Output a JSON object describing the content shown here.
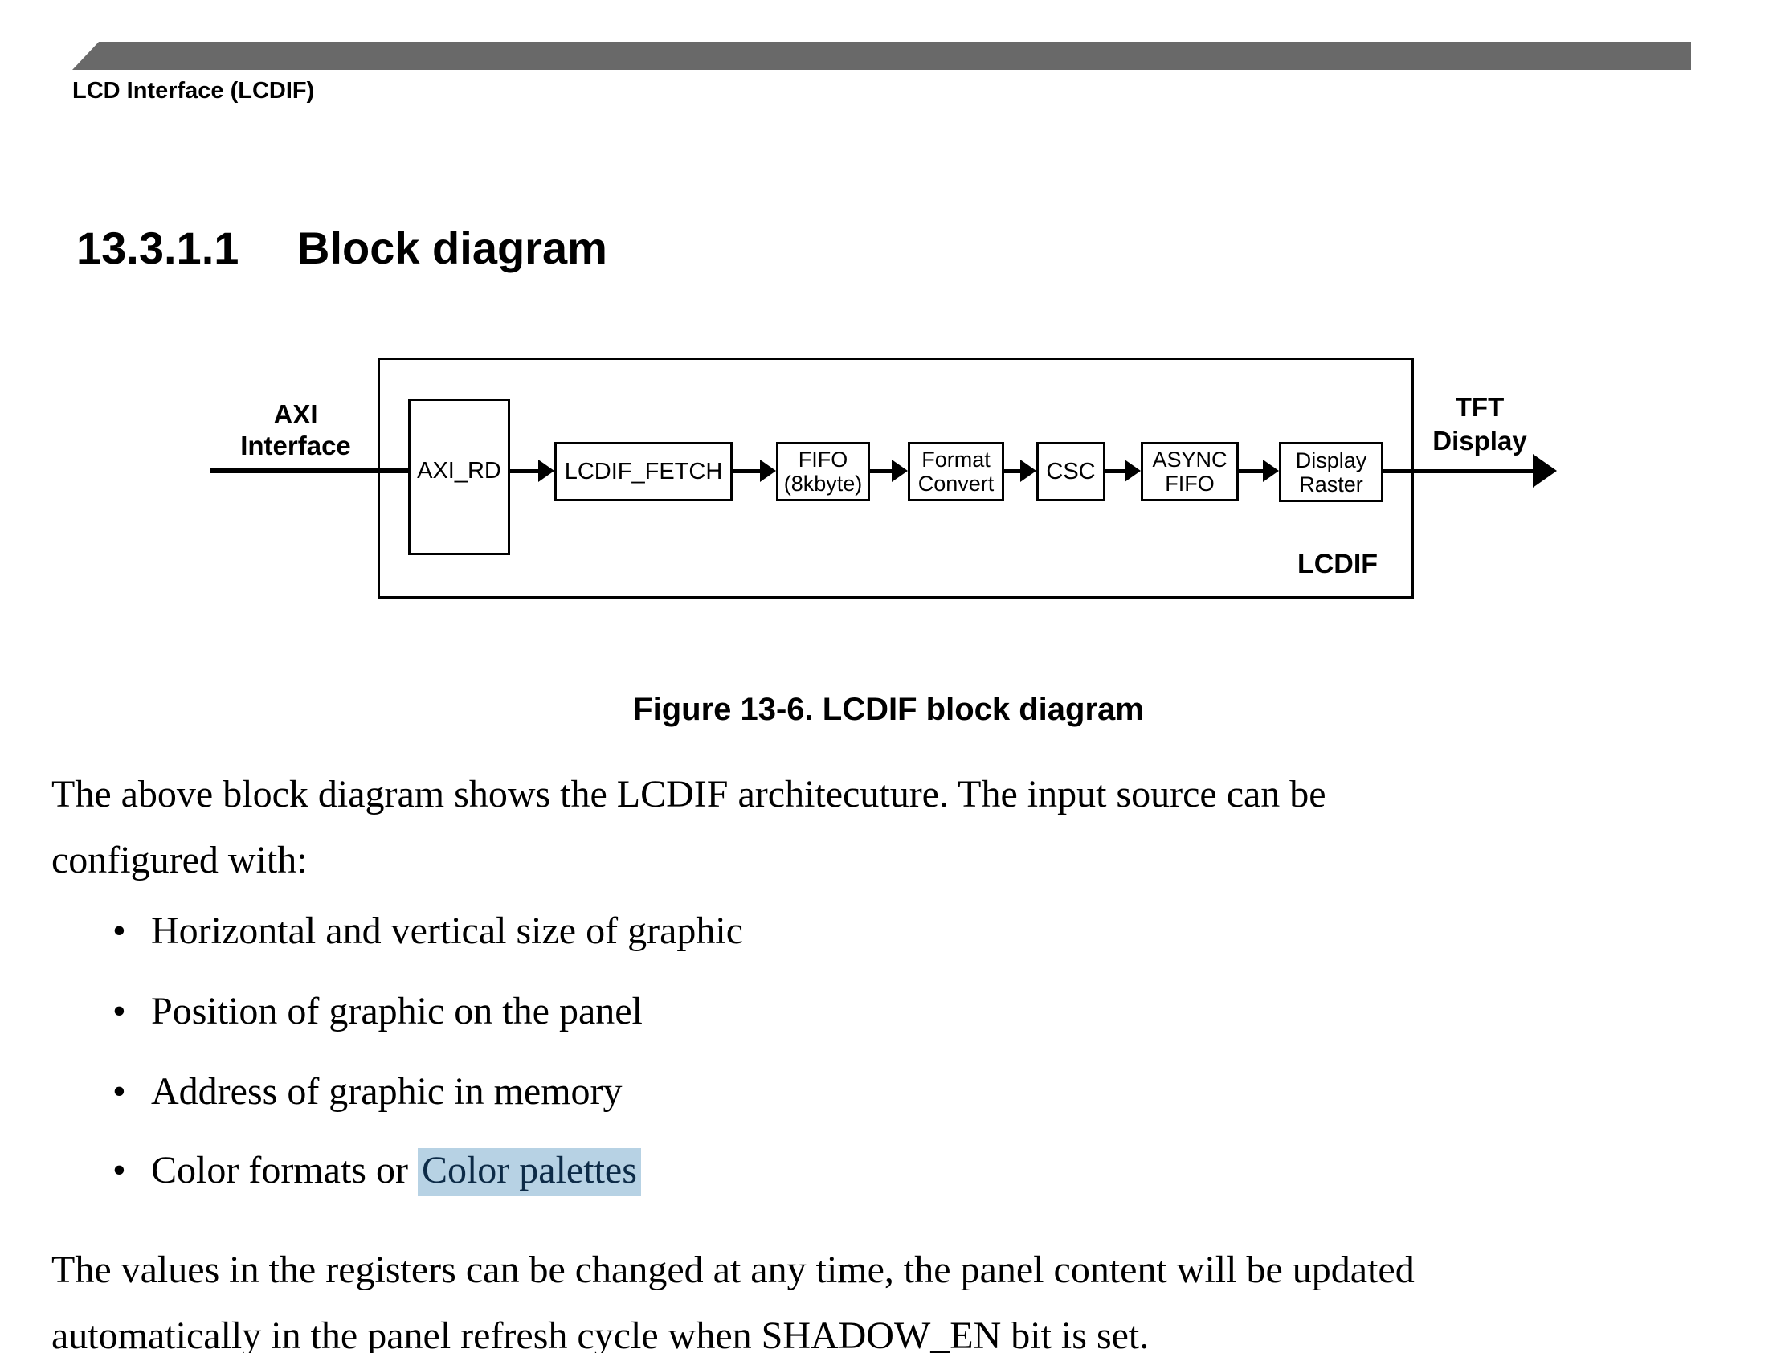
{
  "colors": {
    "header_bar": "#696969",
    "highlight_bg": "#b7d2e4",
    "highlight_text": "#0d2b47"
  },
  "running_header": "LCD Interface (LCDIF)",
  "heading": {
    "number": "13.3.1.1",
    "title": "Block diagram"
  },
  "figure": {
    "caption": "Figure 13-6. LCDIF block diagram",
    "input_label": {
      "line1": "AXI",
      "line2": "Interface"
    },
    "output_label": {
      "line1": "TFT",
      "line2": "Display"
    },
    "container_label": "LCDIF",
    "blocks": [
      {
        "name": "axi-rd",
        "line1": "AXI_RD",
        "line2": ""
      },
      {
        "name": "lcdif-fetch",
        "line1": "LCDIF_FETCH",
        "line2": ""
      },
      {
        "name": "fifo",
        "line1": "FIFO",
        "line2": "(8kbyte)"
      },
      {
        "name": "format-convert",
        "line1": "Format",
        "line2": "Convert"
      },
      {
        "name": "csc",
        "line1": "CSC",
        "line2": ""
      },
      {
        "name": "async-fifo",
        "line1": "ASYNC",
        "line2": "FIFO"
      },
      {
        "name": "display-raster",
        "line1": "Display",
        "line2": "Raster"
      }
    ]
  },
  "body": {
    "paragraph1_lines": [
      "The above block diagram shows the LCDIF architecuture. The input source can be",
      "configured with:"
    ],
    "bullet_char": "•",
    "bullets": [
      "Horizontal and vertical size of graphic",
      "Position of graphic on the panel",
      "Address of graphic in memory"
    ],
    "bullet4_prefix": "Color formats or ",
    "bullet4_highlight": "Color palettes",
    "paragraph2_lines": [
      "The values in the registers can be changed at any time, the panel content will be updated",
      "automatically in the panel refresh cycle when SHADOW_EN bit is set."
    ]
  }
}
